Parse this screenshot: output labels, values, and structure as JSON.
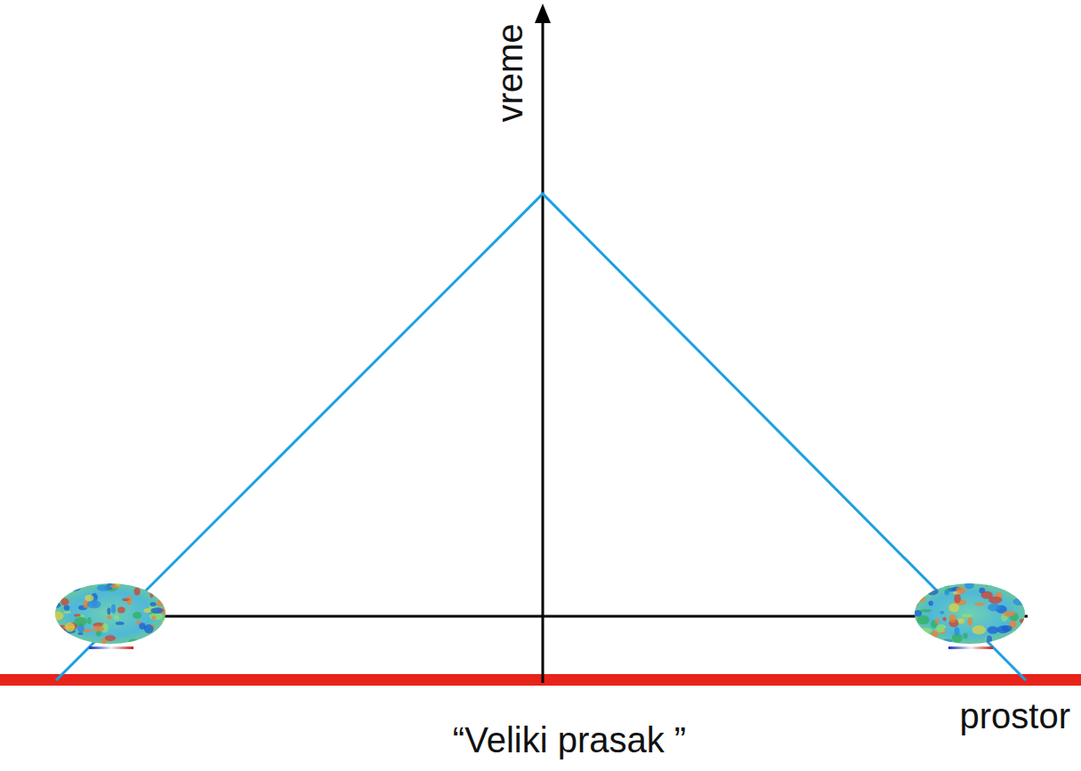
{
  "diagram": {
    "labels": [
      "vreme",
      "prostor",
      "“Veliki prasak ”"
    ]
  }
}
